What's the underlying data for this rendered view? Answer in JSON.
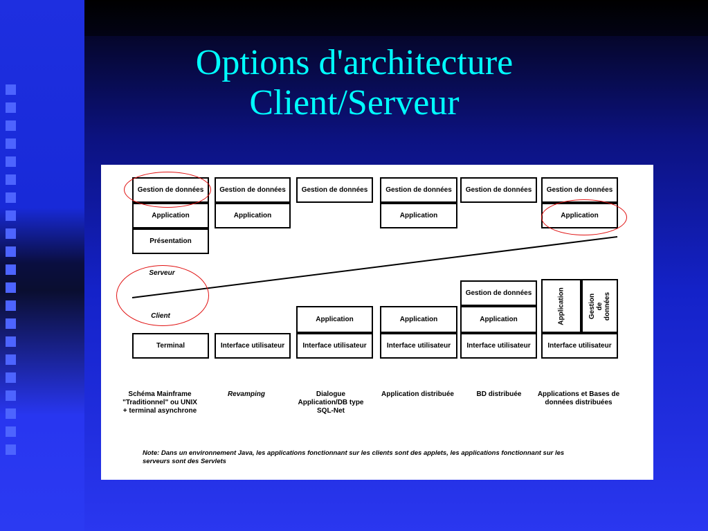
{
  "title": {
    "line1": "Options d'architecture",
    "line2": "Client/Serveur"
  },
  "diagram": {
    "labels": {
      "gestion": "Gestion de données",
      "application": "Application",
      "presentation": "Présentation",
      "interface": "Interface utilisateur",
      "terminal": "Terminal",
      "gestion_vertical": "Gestion de données",
      "serveur": "Serveur",
      "client": "Client"
    },
    "columns": [
      {
        "caption": "Schéma Mainframe \"Traditionnel\" ou UNIX + terminal asynchrone"
      },
      {
        "caption": "Revamping"
      },
      {
        "caption": "Dialogue Application/DB type SQL-Net"
      },
      {
        "caption": "Application distribuée"
      },
      {
        "caption": "BD distribuée"
      },
      {
        "caption": "Applications et Bases de données distribuées"
      }
    ],
    "note": "Note: Dans un environnement Java, les applications fonctionnant sur les clients sont des applets, les applications fonctionnant sur les serveurs sont des Servlets",
    "highlight_color": "#e01010"
  }
}
